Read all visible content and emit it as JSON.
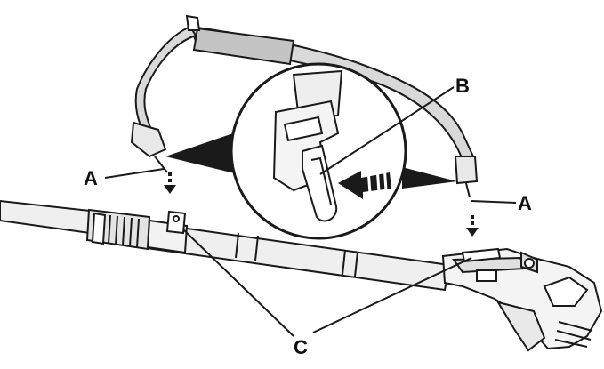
{
  "labels": {
    "a_left": "A",
    "a_right": "A",
    "b": "B",
    "c": "C"
  },
  "colors": {
    "line": "#1a1a1a",
    "strap_fill": "#d9d9d9",
    "strap_pad": "#c4c4c4",
    "shaft_fill": "#efefef",
    "background": "#ffffff"
  }
}
